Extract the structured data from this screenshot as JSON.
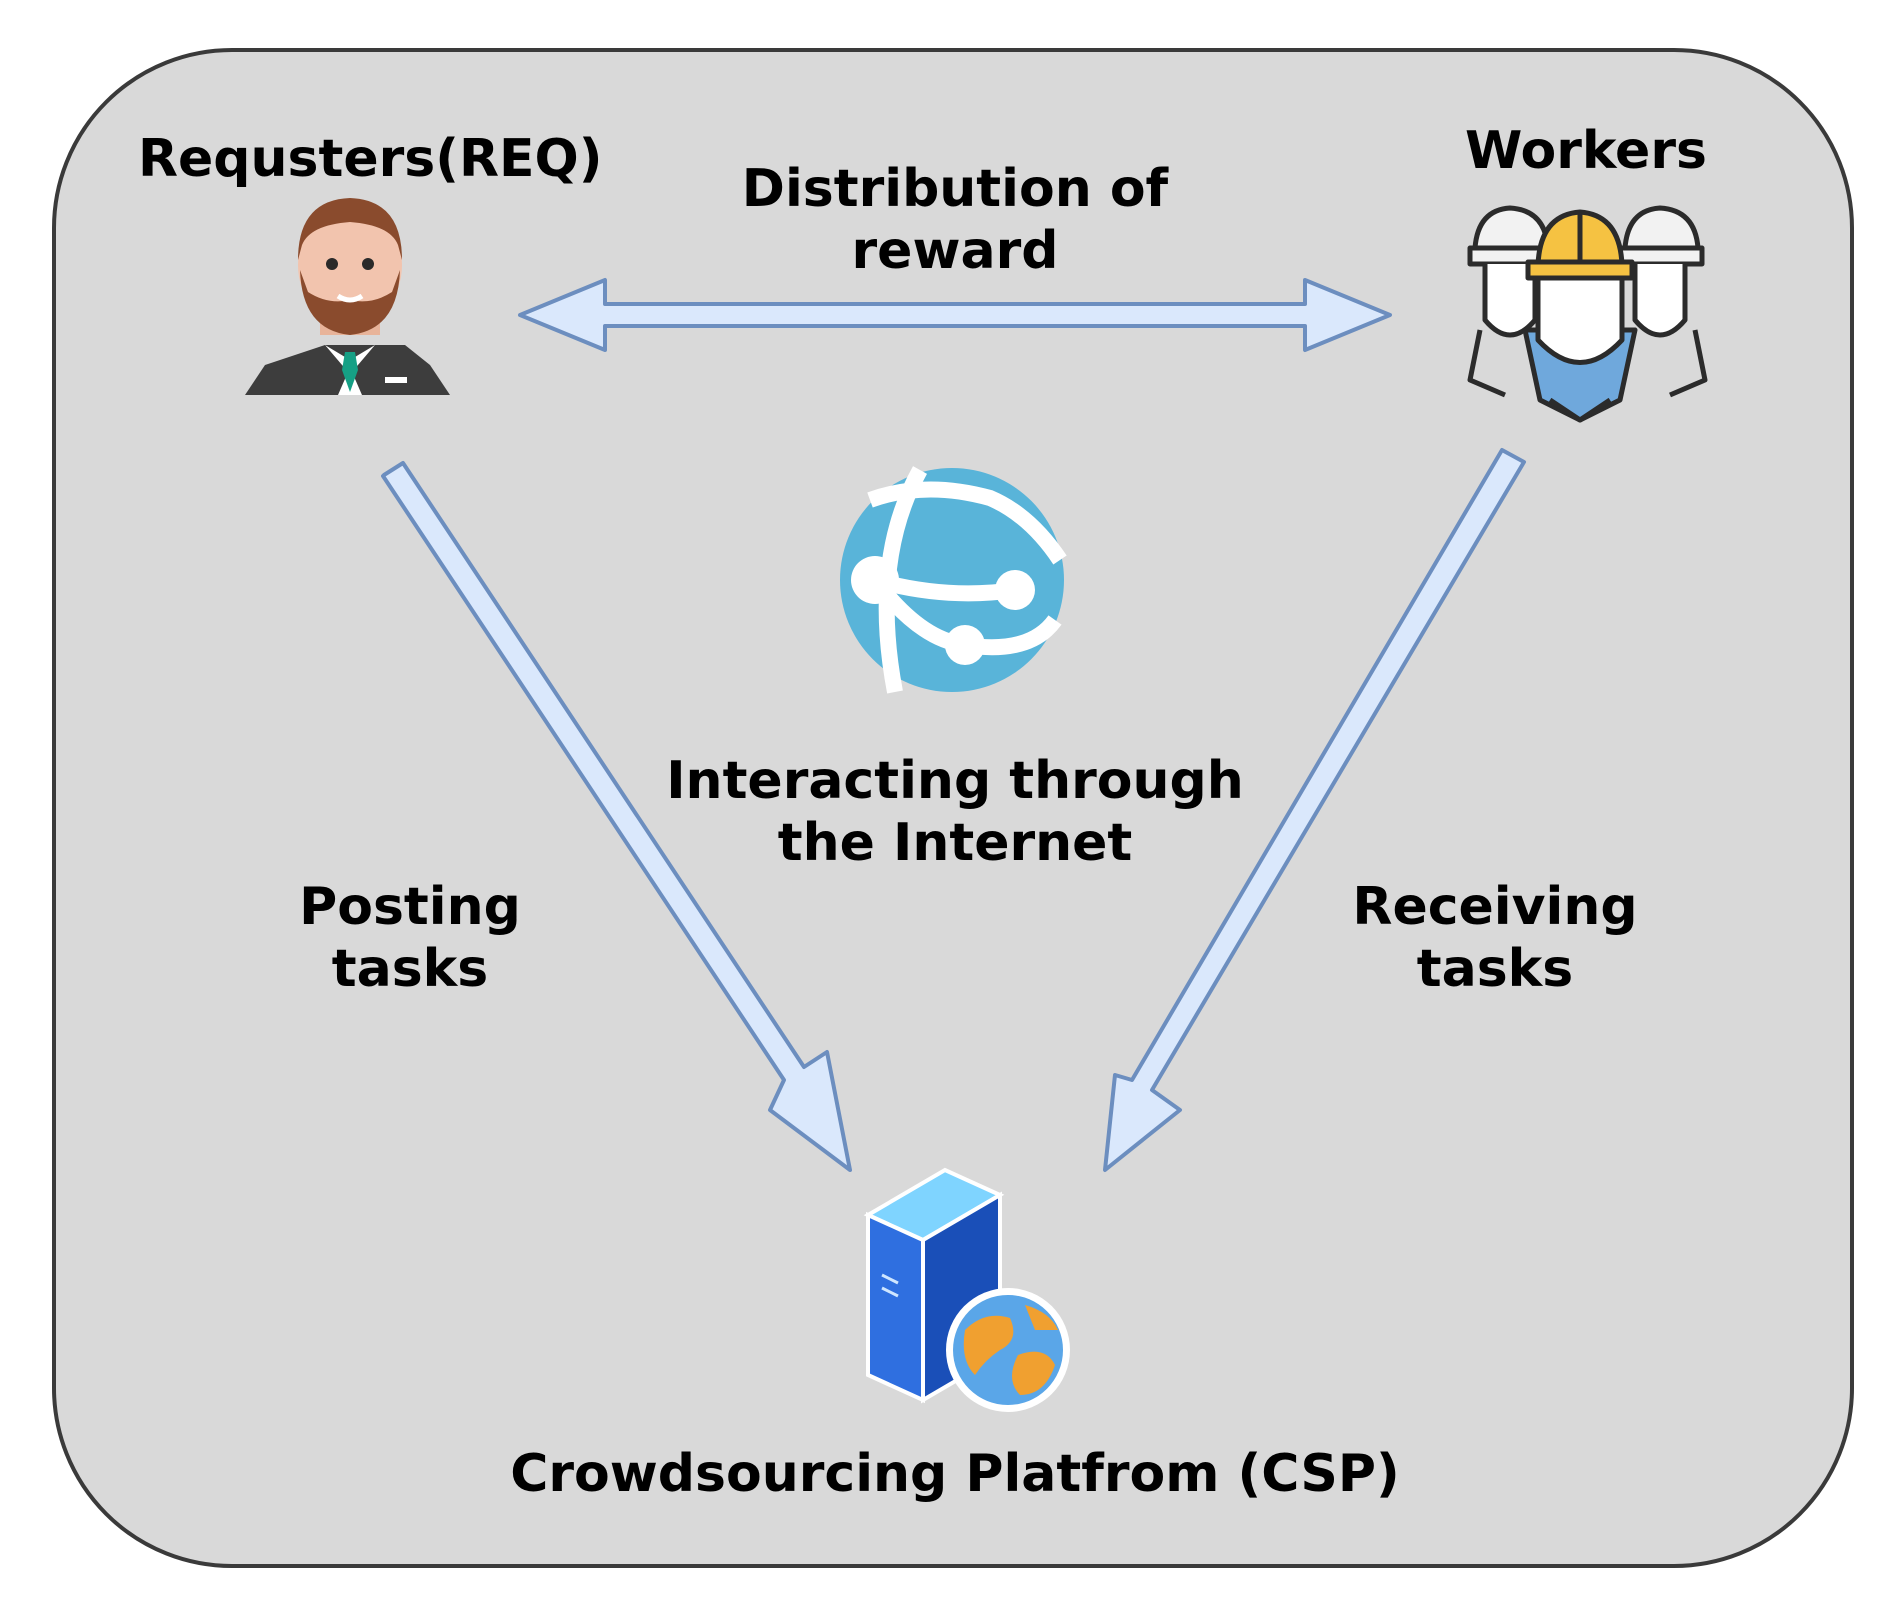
{
  "requesters": {
    "label": "Requsters(REQ)"
  },
  "workers": {
    "label": "Workers"
  },
  "reward": {
    "line1": "Distribution of",
    "line2": "reward"
  },
  "internet": {
    "line1": "Interacting through",
    "line2": "the Internet"
  },
  "posting": {
    "line1": "Posting",
    "line2": "tasks"
  },
  "receiving": {
    "line1": "Receiving",
    "line2": "tasks"
  },
  "platform": {
    "label": "Crowdsourcing Platfrom (CSP)"
  },
  "icons": [
    "businessman-icon",
    "workers-helmet-icon",
    "network-globe-icon",
    "server-globe-icon"
  ],
  "colors": {
    "panel": "#d9d9d9",
    "arrow_fill": "#dae8fc",
    "arrow_stroke": "#6c8ebf",
    "globe": "#59b4d9"
  }
}
